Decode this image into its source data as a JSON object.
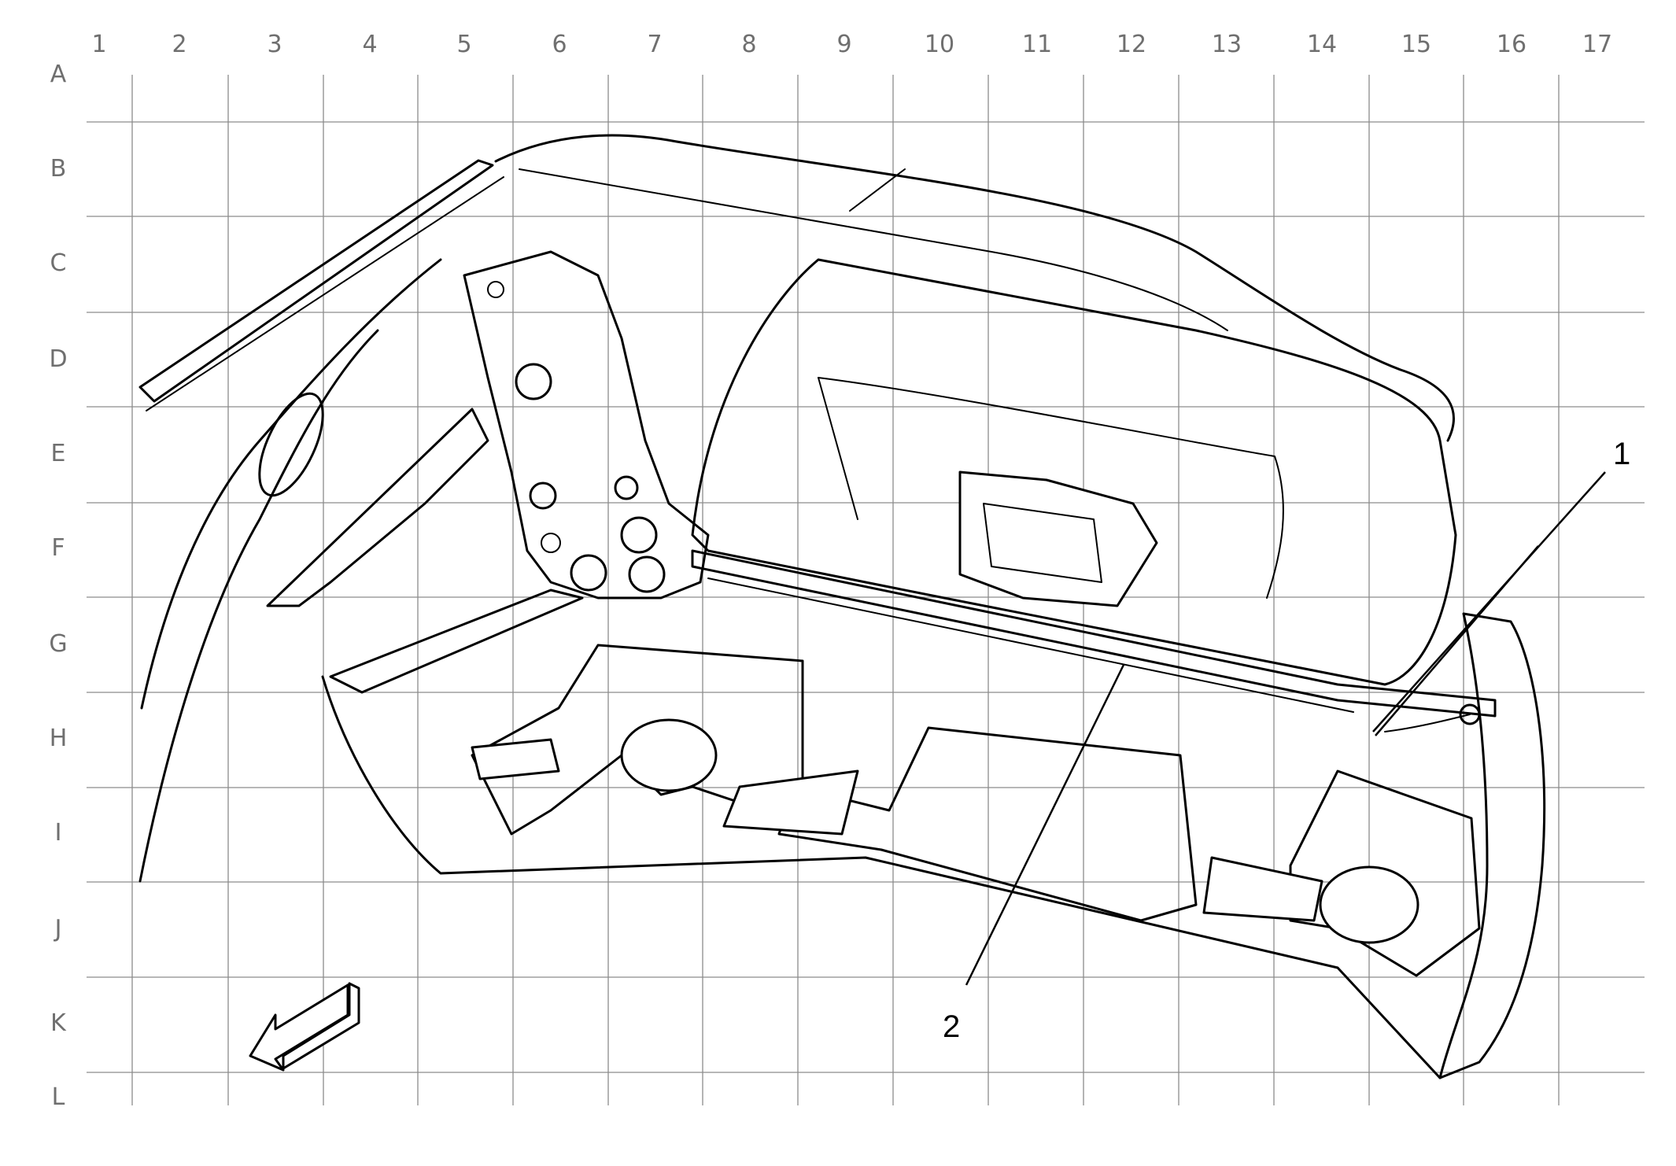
{
  "grid": {
    "columns": [
      "1",
      "2",
      "3",
      "4",
      "5",
      "6",
      "7",
      "8",
      "9",
      "10",
      "11",
      "12",
      "13",
      "14",
      "15",
      "16",
      "17"
    ],
    "rows": [
      "A",
      "B",
      "C",
      "D",
      "E",
      "F",
      "G",
      "H",
      "I",
      "J",
      "K",
      "L"
    ]
  },
  "callouts": [
    {
      "id": "callout-1",
      "label": "1"
    },
    {
      "id": "callout-2",
      "label": "2"
    }
  ],
  "icons": {
    "direction": "arrow-icon"
  },
  "colors": {
    "grid": "#8c8c8c",
    "labels": "#6f6f6f",
    "ink": "#000000",
    "background": "#ffffff"
  }
}
